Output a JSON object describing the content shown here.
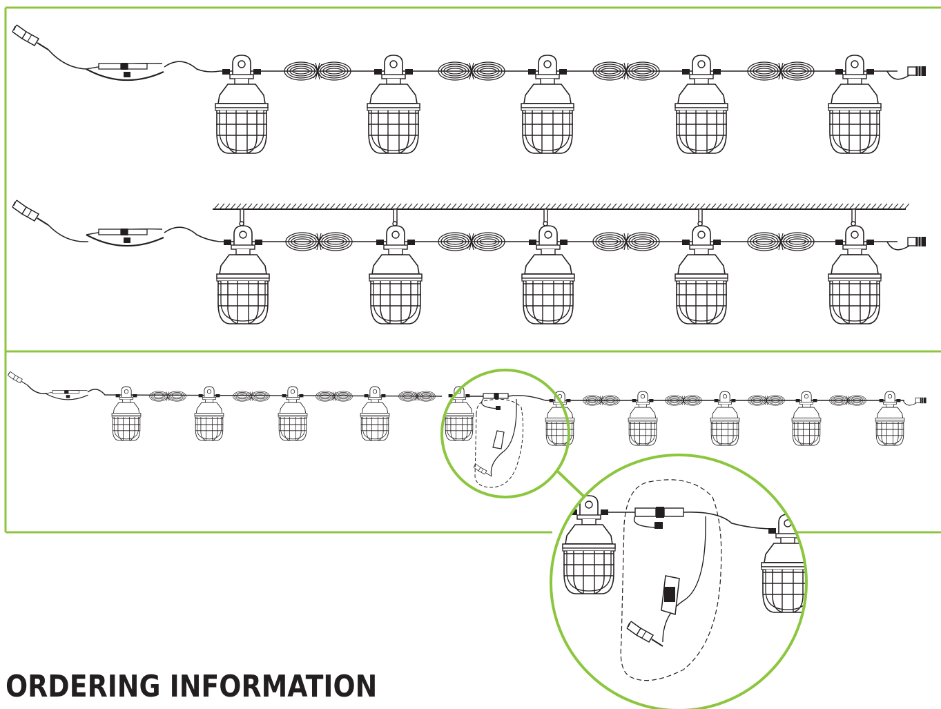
{
  "colors": {
    "accent": "#8cc63f",
    "line": "#231f20",
    "background": "#ffffff"
  },
  "diagram": {
    "rows": [
      {
        "name": "free-hanging",
        "lamp_count": 5,
        "has_ceiling": false
      },
      {
        "name": "ceiling-mounted",
        "lamp_count": 5,
        "has_ceiling": true
      },
      {
        "name": "linked-strings",
        "lamp_count": 10,
        "has_ceiling": false
      }
    ],
    "detail_callout": {
      "shape": "circle",
      "subject": "inline power plug connector"
    }
  },
  "section_heading": "ORDERING INFORMATION"
}
